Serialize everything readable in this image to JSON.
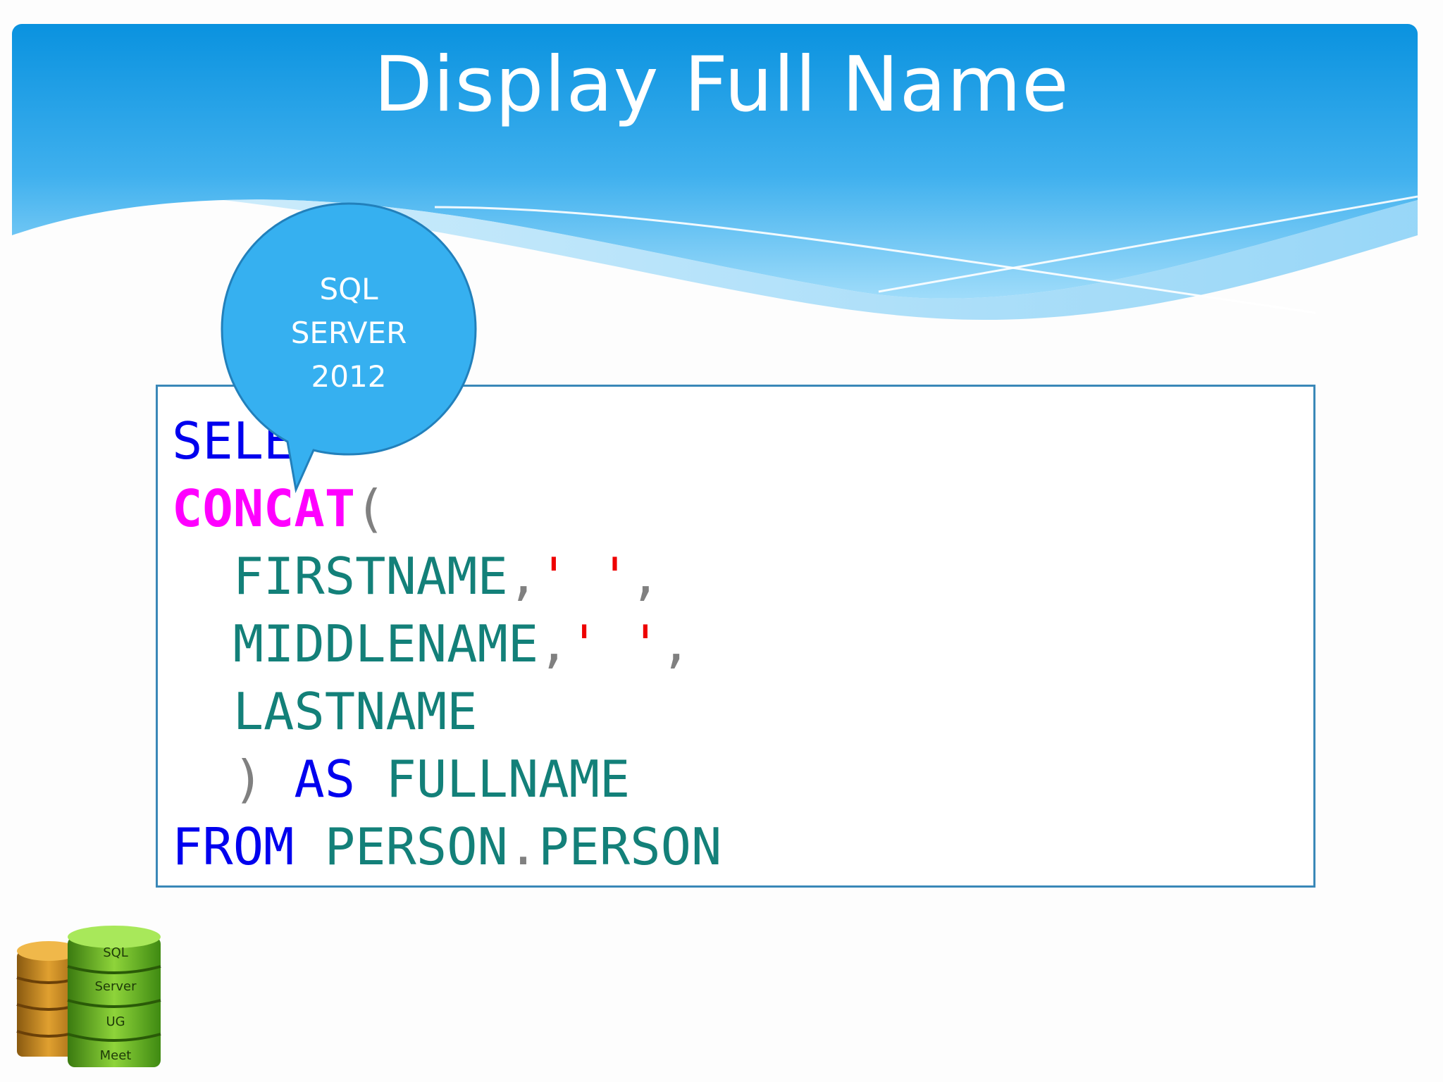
{
  "slide": {
    "title": "Display Full Name"
  },
  "callout": {
    "line1": "SQL",
    "line2": "SERVER",
    "line3": "2012"
  },
  "code": {
    "line1_kw": "SELE",
    "line2_fn": "CONCAT",
    "line2_paren": "(",
    "line3_col": "FIRSTNAME",
    "line3_comma1": ",",
    "line3_str": "' '",
    "line3_comma2": ",",
    "line4_col": "MIDDLENAME",
    "line4_comma1": ",",
    "line4_str": "' '",
    "line4_comma2": ",",
    "line5_col": "LASTNAME",
    "line6_paren": ")",
    "line6_kw": "AS",
    "line6_col": "FULLNAME",
    "line7_kw": "FROM",
    "line7_schema": "PERSON",
    "line7_dot": ".",
    "line7_table": "PERSON"
  },
  "logo": {
    "line1": "SQL",
    "line2": "Server",
    "line3": "UG",
    "line4": "Meet"
  },
  "colors": {
    "header_blue_top": "#0a92df",
    "header_blue_bottom": "#5ec2f4",
    "keyword": "#0000ee",
    "function": "#ff00ff",
    "identifier": "#138079",
    "string": "#ee0000",
    "punctuation": "#808080",
    "callout": "#36b0f0"
  }
}
